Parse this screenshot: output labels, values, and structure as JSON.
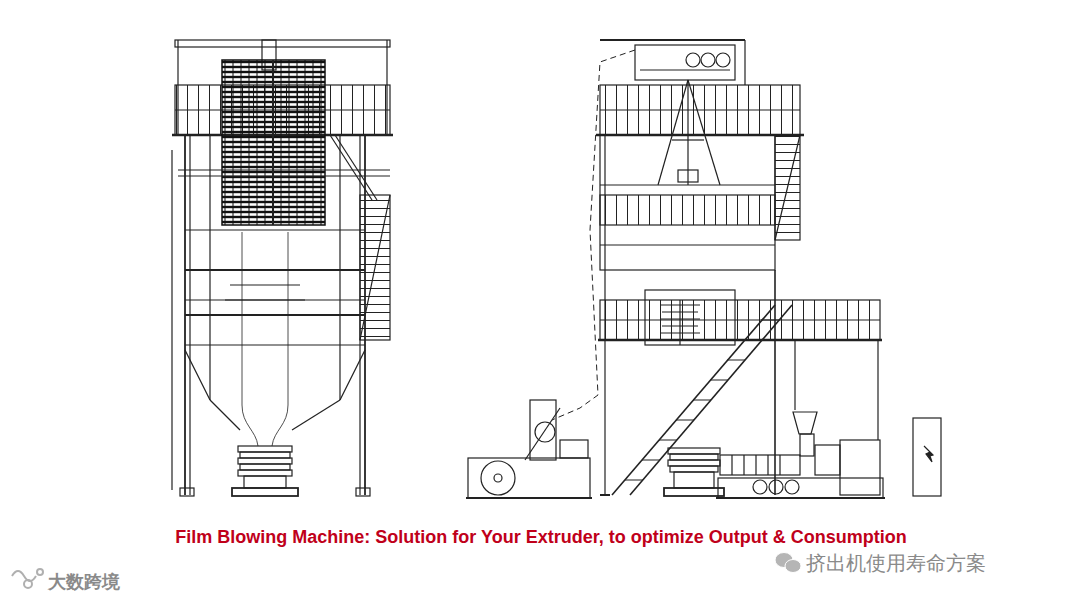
{
  "diagram": {
    "caption": "Film Blowing Machine: Solution for Your Extruder, to optimize Output & Consumption",
    "labels": [
      "挤出机使用寿命方案",
      "大数跨境"
    ]
  }
}
